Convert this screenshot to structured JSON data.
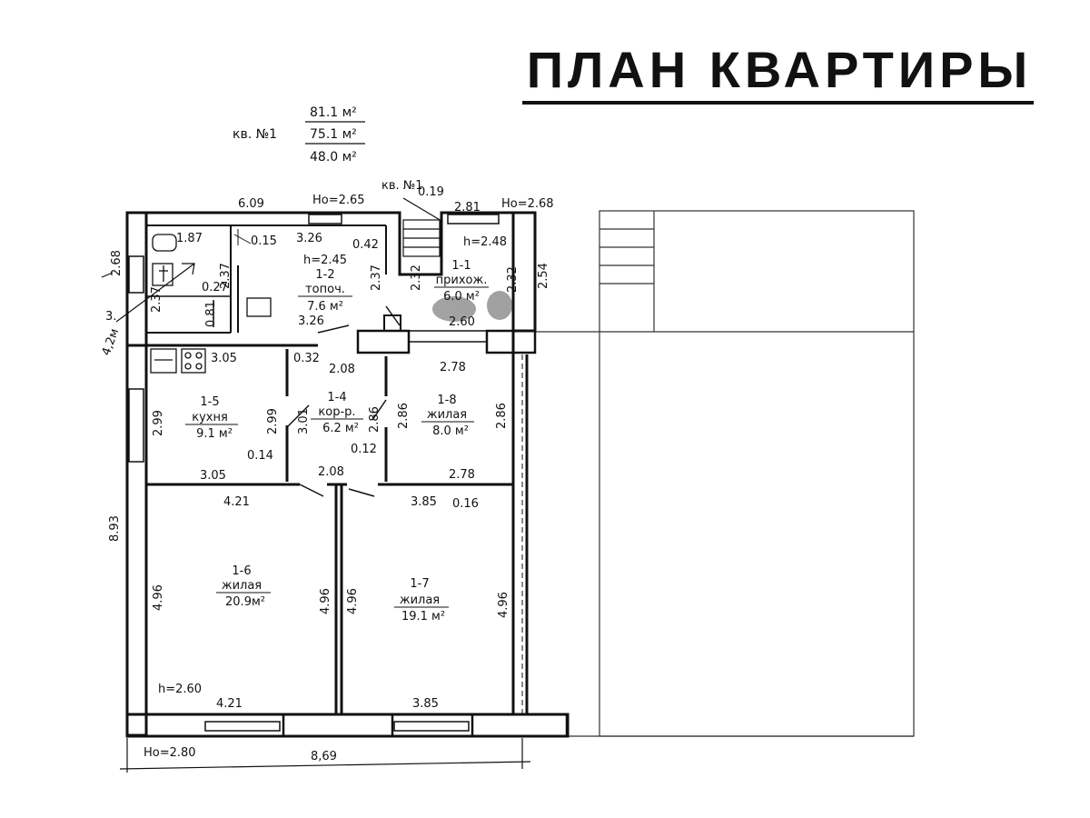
{
  "title": "ПЛАН КВАРТИРЫ",
  "summary": {
    "label": "кв. №1",
    "total_area": "81.1 м²",
    "net_area": "75.1 м²",
    "living_area": "48.0 м²"
  },
  "stair_label": "кв. №1",
  "rooms": {
    "r1_1": {
      "id": "1-1",
      "name": "прихож.",
      "area": "6.0 м²"
    },
    "r1_2": {
      "id": "1-2",
      "name": "топоч.",
      "area": "7.6 м²"
    },
    "r1_4": {
      "id": "1-4",
      "name": "кор-р.",
      "area": "6.2 м²"
    },
    "r1_5": {
      "id": "1-5",
      "name": "кухня",
      "area": "9.1 м²"
    },
    "r1_6": {
      "id": "1-6",
      "name": "жилая",
      "area": "20.9м²"
    },
    "r1_7": {
      "id": "1-7",
      "name": "жилая",
      "area": "19.1 м²"
    },
    "r1_8": {
      "id": "1-8",
      "name": "жилая",
      "area": "8.0 м²"
    }
  },
  "heights": {
    "ho_top_left": "Но=2.65",
    "ho_top_right": "Но=2.68",
    "ho_bottom": "Но=2.80",
    "h_hall": "h=2.48",
    "h_boiler": "h=2.45",
    "h_living": "h=2.60"
  },
  "dims": {
    "d_6_09": "6.09",
    "d_0_19": "0.19",
    "d_2_81": "2.81",
    "d_1_87": "1.87",
    "d_0_15": "0.15",
    "d_3_26_top": "3.26",
    "d_0_42": "0.42",
    "d_2_68": "2.68",
    "d_2_37_a": "2.37",
    "d_2_37_b": "2.37",
    "d_2_32_a": "2.32",
    "d_2_32_b": "2.32",
    "d_2_54": "2.54",
    "d_0_27": "0.27",
    "d_0_81": "0.81",
    "d_2_37_c": "2.37",
    "d_3_26_bot": "3.26",
    "d_2_60_hall": "2.60",
    "d_4_2_note": "4,2м",
    "d_3_note": "3.",
    "d_3_05_top": "3.05",
    "d_0_32": "0.32",
    "d_2_08_top": "2.08",
    "d_2_78_top": "2.78",
    "d_2_99_a": "2.99",
    "d_2_99_b": "2.99",
    "d_3_01": "3.01",
    "d_2_86_a": "2.86",
    "d_2_86_b": "2.86",
    "d_2_86_c": "2.86",
    "d_0_14": "0.14",
    "d_0_12": "0.12",
    "d_3_05_bot": "3.05",
    "d_2_08_bot": "2.08",
    "d_2_78_bot": "2.78",
    "d_4_21_top": "4.21",
    "d_3_85_top": "3.85",
    "d_0_16": "0.16",
    "d_8_93": "8.93",
    "d_4_96_a": "4.96",
    "d_4_96_b": "4.96",
    "d_4_96_c": "4.96",
    "d_4_96_d": "4.96",
    "d_4_21_bot": "4.21",
    "d_3_85_bot": "3.85",
    "d_8_69": "8,69"
  }
}
